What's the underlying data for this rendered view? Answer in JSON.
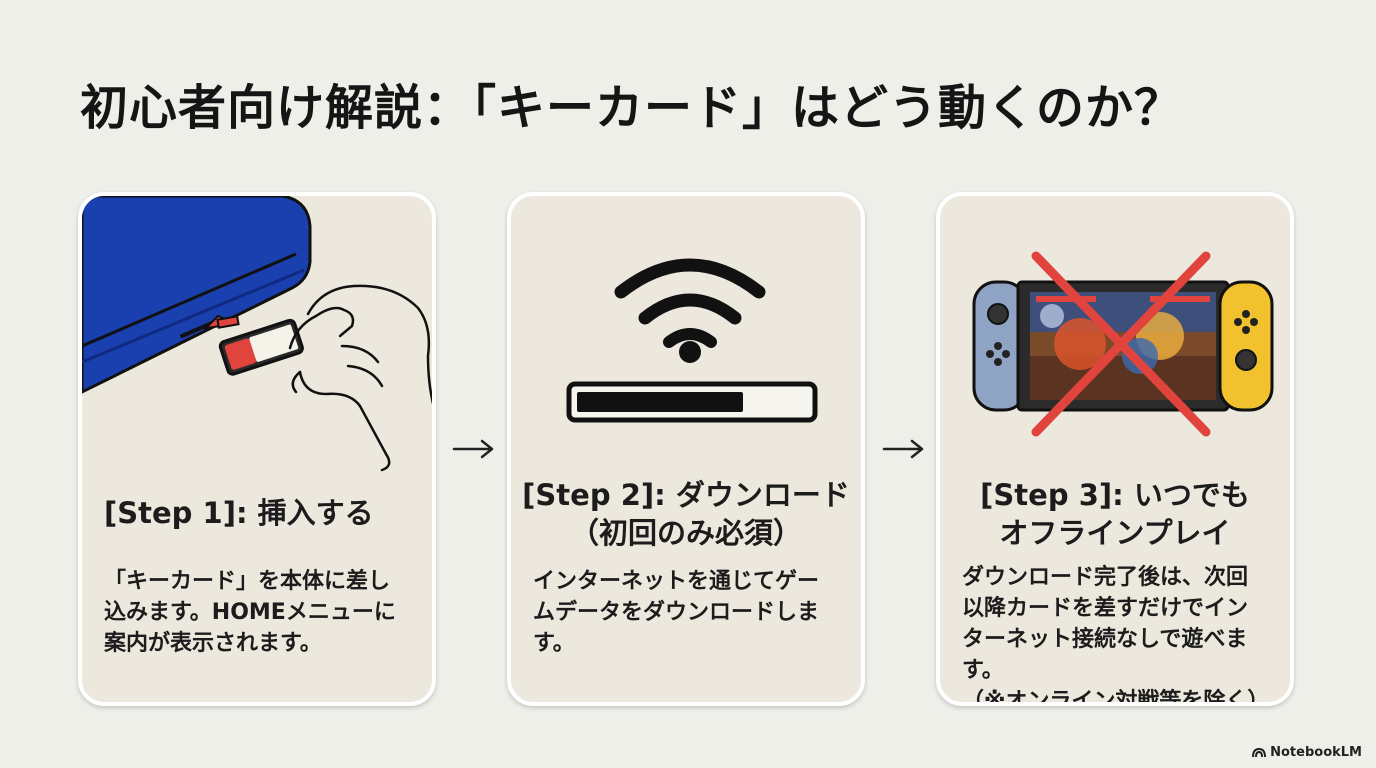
{
  "title": "初心者向け解説：「キーカード」はどう動くのか？",
  "steps": [
    {
      "title_lines": [
        "[Step 1]: 挿入する"
      ],
      "description_lines": [
        "「キーカード」を本体に差し",
        "込みます。HOMEメニューに",
        "案内が表示されます。"
      ],
      "icon": "hand-inserting-card-icon"
    },
    {
      "title_lines": [
        "[Step 2]: ダウンロード",
        "（初回のみ必須）"
      ],
      "description_lines": [
        "インターネットを通じてゲー",
        "ムデータをダウンロードしま",
        "す。"
      ],
      "icon": "wifi-download-progress-icon",
      "progress": 0.72
    },
    {
      "title_lines": [
        "[Step 3]: いつでも",
        "オフラインプレイ"
      ],
      "description_lines": [
        "ダウンロード完了後は、次回",
        "以降カードを差すだけでイン",
        "ターネット接続なしで遊べます。",
        "（※オンライン対戦等を除く）"
      ],
      "icon": "game-console-crossed-icon"
    }
  ],
  "brand": "NotebookLM",
  "colors": {
    "background": "#efefea",
    "card": "#ece8dd",
    "console_blue": "#1a3fae",
    "cross_red": "#e0443c",
    "joycon_left": "#8fa3c4",
    "joycon_right": "#f2c12e"
  }
}
